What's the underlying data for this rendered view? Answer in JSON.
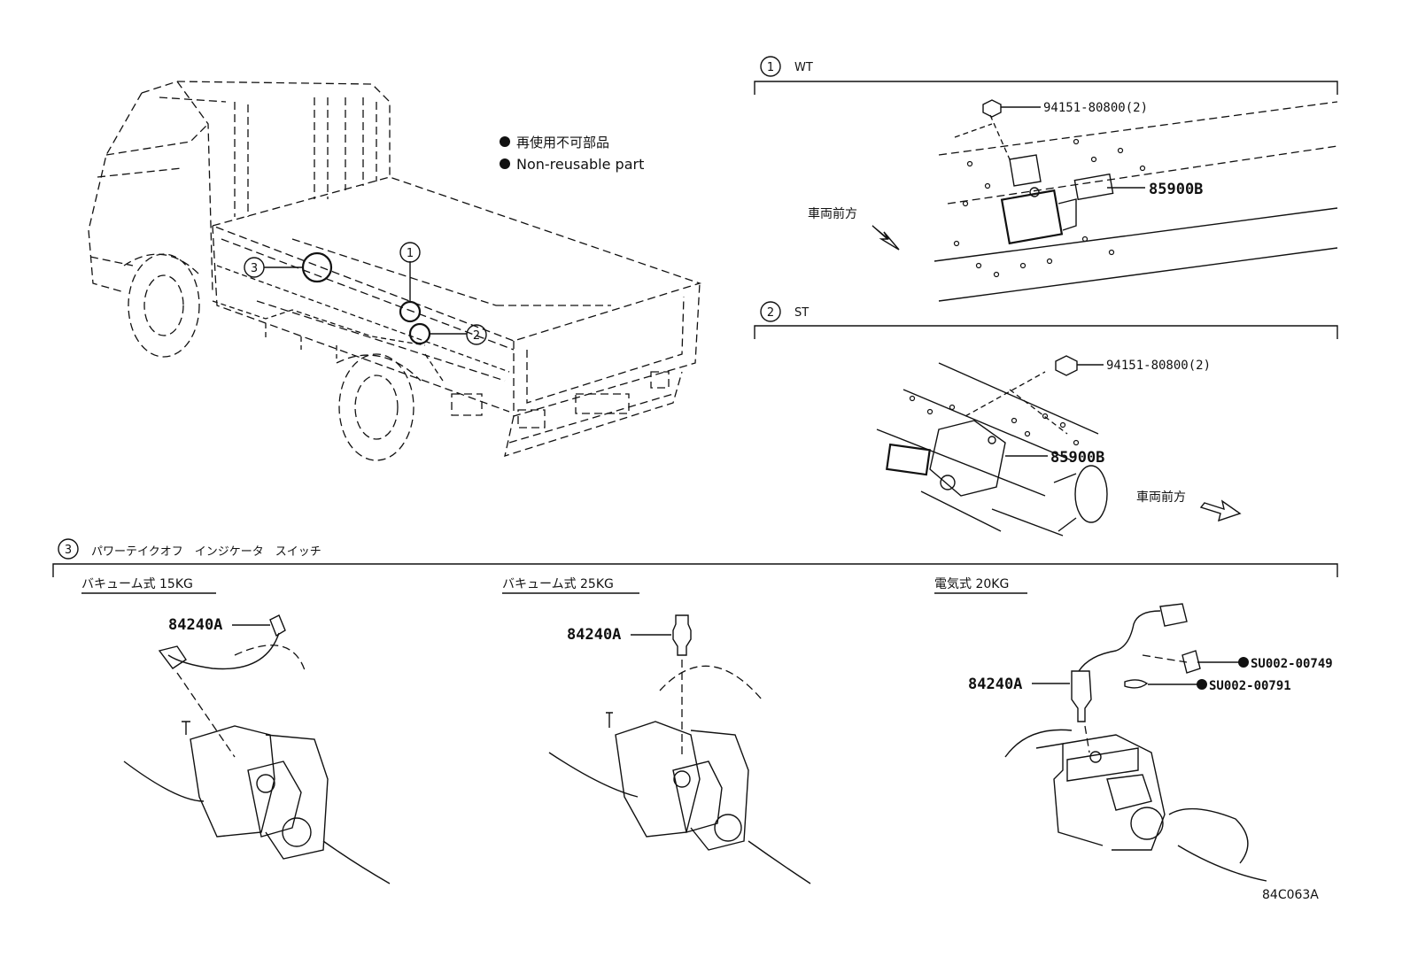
{
  "legend": {
    "jp": "再使用不可部品",
    "en": "Non-reusable part"
  },
  "callouts": {
    "c1": "1",
    "c2": "2",
    "c3": "3"
  },
  "section1": {
    "title": "WT",
    "bolt_part": "94151-80800(2)",
    "sensor_part": "85900B",
    "direction": "車両前方"
  },
  "section2": {
    "title": "ST",
    "bolt_part": "94151-80800(2)",
    "sensor_part": "85900B",
    "direction": "車両前方"
  },
  "section3": {
    "title": "パワーテイクオフ　インジケータ　スイッチ",
    "variants": [
      {
        "heading": "バキューム式 15KG",
        "part": "84240A"
      },
      {
        "heading": "バキューム式 25KG",
        "part": "84240A"
      },
      {
        "heading": "電気式 20KG",
        "part": "84240A"
      }
    ],
    "extra_parts": [
      "SU002-00749",
      "SU002-00791"
    ]
  },
  "figure_id": "84C063A"
}
